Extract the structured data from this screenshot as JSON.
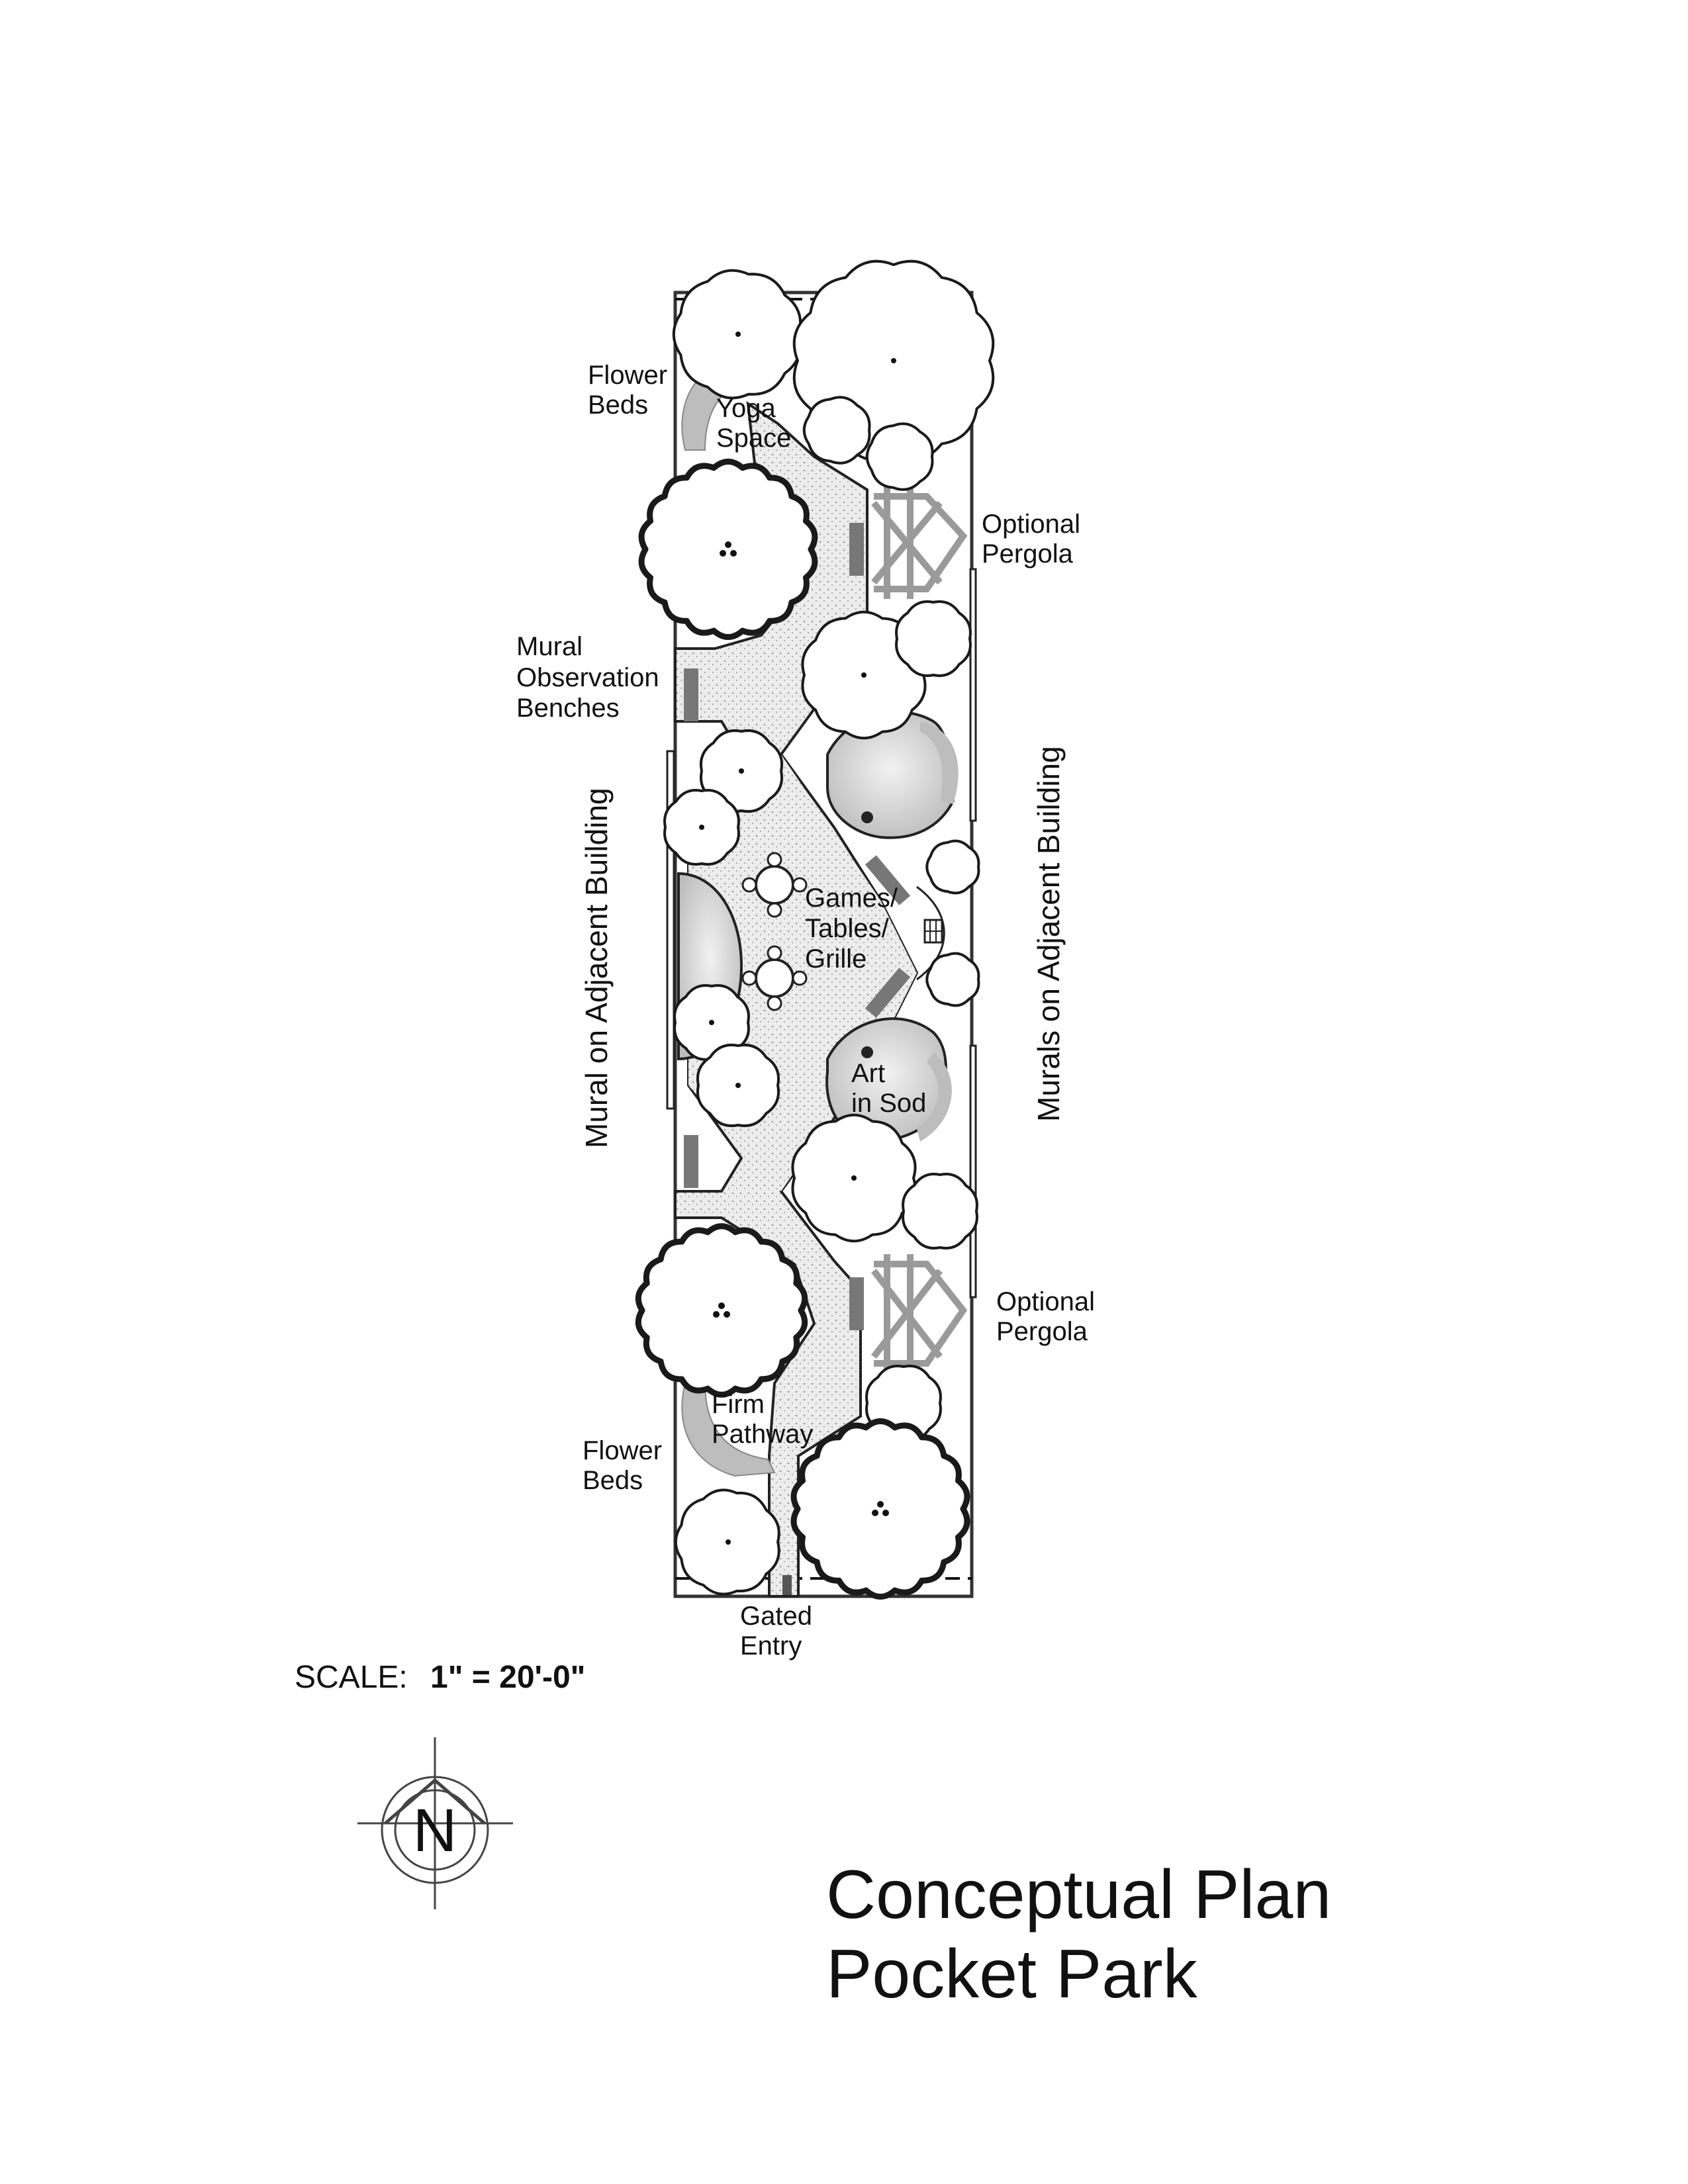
{
  "labels": {
    "flower_beds_top": [
      "Flower",
      "Beds"
    ],
    "yoga_space": [
      "Yoga",
      "Space"
    ],
    "optional_pergola_top": [
      "Optional",
      "Pergola"
    ],
    "mural_observation_benches": [
      "Mural",
      "Observation",
      "Benches"
    ],
    "mural_adjacent_left": "Mural on Adjacent Building",
    "murals_adjacent_right": "Murals on Adjacent Building",
    "games_tables_grille": [
      "Games/",
      "Tables/",
      "Grille"
    ],
    "art_in_sod": [
      "Art",
      "in Sod"
    ],
    "optional_pergola_bottom": [
      "Optional",
      "Pergola"
    ],
    "firm_pathway": [
      "Firm",
      "Pathway"
    ],
    "flower_beds_bottom": [
      "Flower",
      "Beds"
    ],
    "gated_entry": [
      "Gated",
      "Entry"
    ]
  },
  "scale": {
    "prefix": "SCALE:",
    "value": "1\" = 20'-0\""
  },
  "north_arrow": {
    "letter": "N",
    "icon": "north-arrow-icon"
  },
  "title": {
    "line1": "Conceptual Plan",
    "line2": "Pocket Park"
  },
  "colors": {
    "ink": "#111111",
    "path_fill": "#e9e9e9",
    "sod_fill": "#cfcfcf",
    "flower_bed": "#bdbdbd",
    "pergola": "#9a9a9a",
    "bench": "#777777"
  }
}
